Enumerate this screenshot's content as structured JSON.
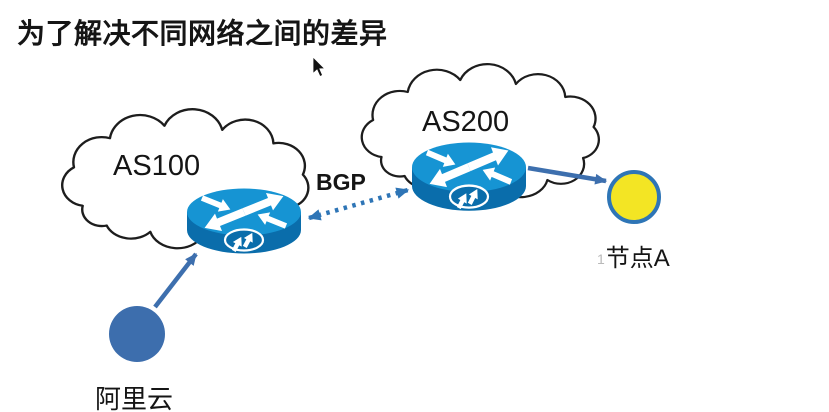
{
  "title": "为了解决不同网络之间的差异",
  "diagram": {
    "clouds": [
      {
        "label": "AS100"
      },
      {
        "label": "AS200"
      }
    ],
    "link": {
      "label": "BGP",
      "style": "dotted-double-arrow"
    },
    "nodes": [
      {
        "label": "阿里云",
        "shape": "filled-circle"
      },
      {
        "label": "节点A",
        "prefix": "1",
        "shape": "outlined-circle"
      }
    ],
    "icons": [
      {
        "name": "router-icon",
        "count": 2
      },
      {
        "name": "mouse-cursor"
      }
    ],
    "colors": {
      "router_top": "#1694d3",
      "router_side": "#0a6dab",
      "arrow_blue": "#3d6fae",
      "bgp_dotted": "#2e75b6",
      "node_aliyun": "#3d6ead",
      "node_a_fill": "#f3e524",
      "node_a_border": "#2e75b6",
      "cloud_outline": "#1d1d1d"
    }
  }
}
